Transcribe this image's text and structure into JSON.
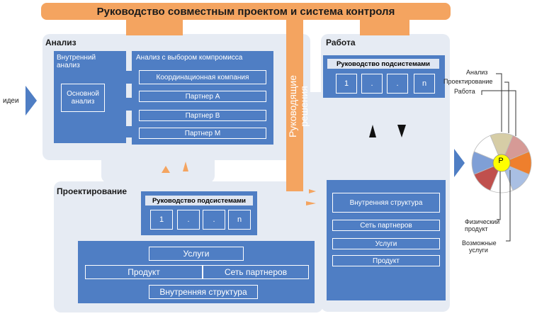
{
  "title": "Руководство совместным проектом и система контроля",
  "vertical_label": "Руководящие решения",
  "input_label": "идеи",
  "analysis": {
    "label": "Анализ",
    "internal_line1": "Внутренний",
    "internal_line2": "анализ",
    "basic_line1": "Основной",
    "basic_line2": "анализ",
    "compromise_title": "Анализ с выбором компромисса",
    "items": [
      "Координационная  компания",
      "Партнер А",
      "Партнер В",
      "Партнер М"
    ]
  },
  "work": {
    "label": "Работа",
    "subsystems_title": "Руководство подсистемами",
    "cells": [
      "1",
      ".",
      ".",
      "n"
    ],
    "items": [
      "Внутренняя структура",
      "Сеть партнеров",
      "Услуги",
      "Продукт"
    ]
  },
  "design": {
    "label": "Проектирование",
    "subsystems_title": "Руководство подсистемами",
    "cells": [
      "1",
      ".",
      ".",
      "n"
    ],
    "services": "Услуги",
    "product": "Продукт",
    "network": "Сеть партнеров",
    "structure": "Внутренняя структура"
  },
  "wheel": {
    "center": "P",
    "labels": [
      "Анализ",
      "Проектирование",
      "Работа"
    ],
    "physical_line1": "Физический",
    "physical_line2": "продукт",
    "services_line1": "Возможные",
    "services_line2": "услуги",
    "colors": [
      "#d6cda6",
      "#d69a96",
      "#ee7f2d",
      "#a9bfe3",
      "#ffffff",
      "#c0504d",
      "#7f9fd6",
      "#ffffff"
    ]
  },
  "colors": {
    "orange": "#f4a460",
    "blue": "#4f7ec4",
    "panel": "#e6ebf3"
  }
}
